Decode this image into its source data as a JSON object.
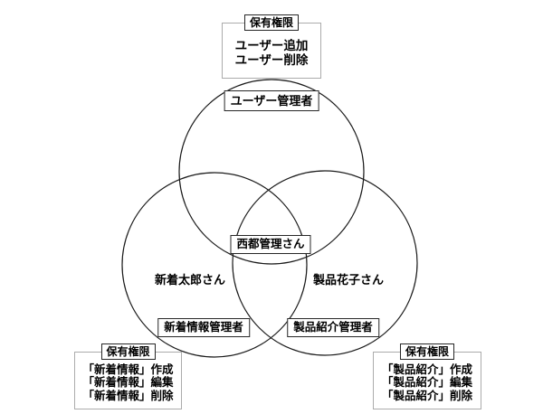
{
  "colors": {
    "background": "#ffffff",
    "circle_line": "#1a1a1a",
    "panel_border": "#ababab",
    "label_border": "#262626",
    "text": "#000000"
  },
  "panels": {
    "user": {
      "legend": "保有権限",
      "lines": [
        "ユーザー追加",
        "ユーザー削除"
      ]
    },
    "news": {
      "legend": "保有権限",
      "lines": [
        "「新着情報」作成",
        "「新着情報」編集",
        "「新着情報」削除"
      ]
    },
    "product": {
      "legend": "保有権限",
      "lines": [
        "「製品紹介」作成",
        "「製品紹介」編集",
        "「製品紹介」削除"
      ]
    }
  },
  "roles": {
    "user_admin": "ユーザー管理者",
    "news_admin": "新着情報管理者",
    "product_admin": "製品紹介管理者"
  },
  "members": {
    "center": "西都管理さん",
    "left": "新着太郎さん",
    "right": "製品花子さん"
  }
}
